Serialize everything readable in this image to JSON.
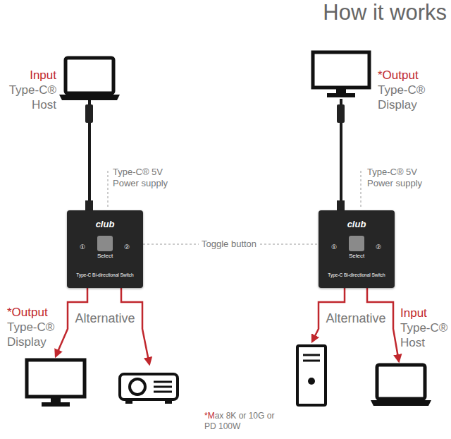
{
  "diagram": {
    "title": "How it works",
    "nodes": [
      {
        "text": [
          "Input",
          "Type-C® Host"
        ]
      },
      {
        "text": [
          "club",
          "①",
          "Select",
          "②",
          "Type-C Bi-directional Switch"
        ]
      },
      {
        "text": [
          "*Output",
          "Type-C® Display"
        ]
      },
      {
        "text": [
          "*Output",
          "Type-C® Display"
        ]
      },
      {
        "text": [
          "club",
          "①",
          "Select",
          "②",
          "Type-C Bi-directional Switch"
        ]
      },
      {
        "text": [
          "Input",
          "Type-C® Host"
        ]
      }
    ],
    "edges": [
      {
        "from": 0,
        "to": 1,
        "arrow": "none"
      },
      {
        "from": 3,
        "to": 4,
        "arrow": "none"
      },
      {
        "from": 1,
        "to": 2,
        "arrow": "to"
      },
      {
        "from": 4,
        "to": 5,
        "arrow": "to"
      }
    ],
    "labels": [
      "Type-C® 5V Power supply",
      "Toggle button",
      "Type-C® 5V Power supply",
      "Alternative",
      "Alternative",
      "*Max 8K or 10G or PD 100W"
    ]
  }
}
